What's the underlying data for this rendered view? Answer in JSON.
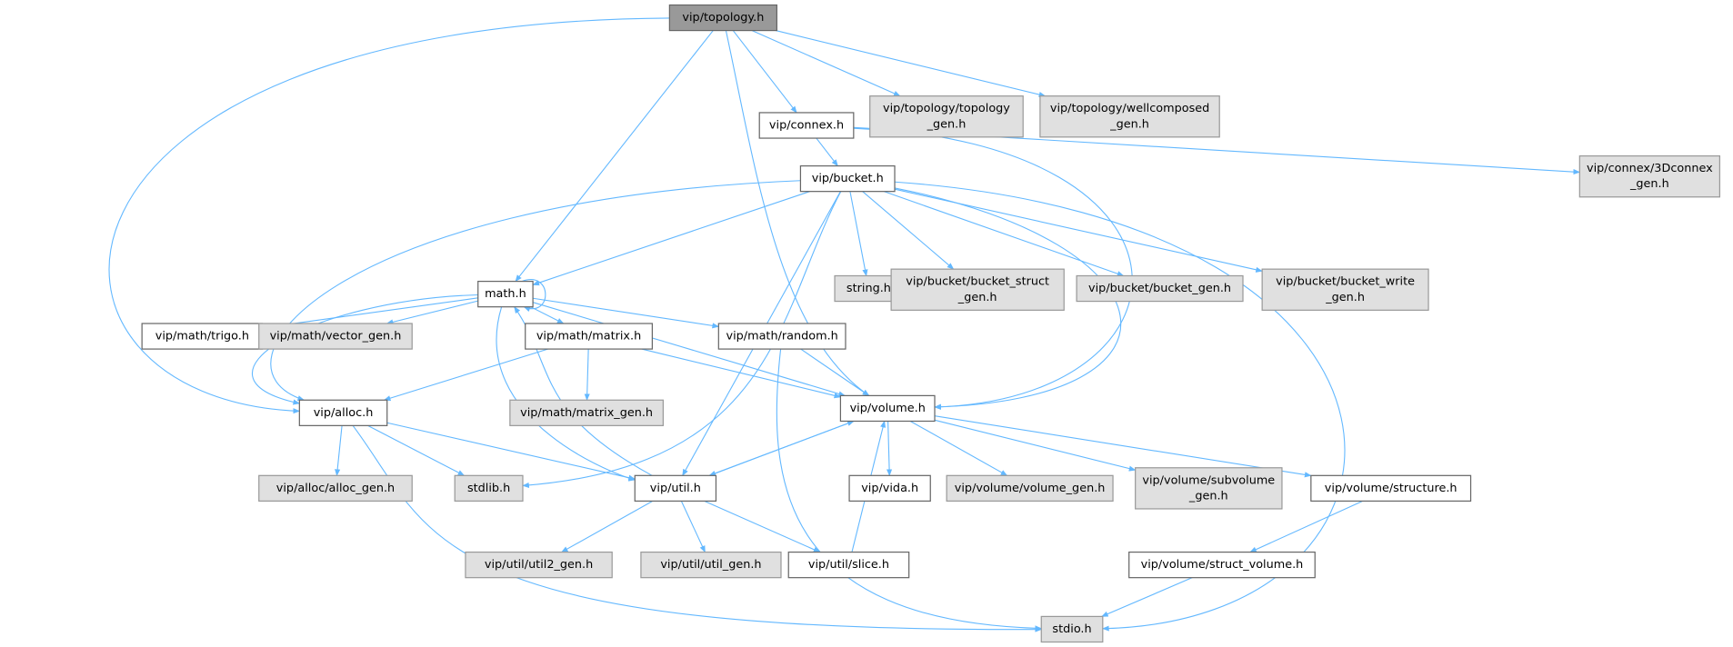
{
  "nodes": [
    {
      "id": "topology",
      "lines": [
        "vip/topology.h"
      ],
      "kind": "focus"
    },
    {
      "id": "connex",
      "lines": [
        "vip/connex.h"
      ],
      "kind": "int"
    },
    {
      "id": "topology_gen",
      "lines": [
        "vip/topology/topology",
        "_gen.h"
      ],
      "kind": "ext"
    },
    {
      "id": "wellcomposed",
      "lines": [
        "vip/topology/wellcomposed",
        "_gen.h"
      ],
      "kind": "ext"
    },
    {
      "id": "connex3d",
      "lines": [
        "vip/connex/3Dconnex",
        "_gen.h"
      ],
      "kind": "ext"
    },
    {
      "id": "bucket",
      "lines": [
        "vip/bucket.h"
      ],
      "kind": "int"
    },
    {
      "id": "math",
      "lines": [
        "math.h"
      ],
      "kind": "int"
    },
    {
      "id": "string",
      "lines": [
        "string.h"
      ],
      "kind": "ext"
    },
    {
      "id": "bucket_struct",
      "lines": [
        "vip/bucket/bucket_struct",
        "_gen.h"
      ],
      "kind": "ext"
    },
    {
      "id": "bucket_gen",
      "lines": [
        "vip/bucket/bucket_gen.h"
      ],
      "kind": "ext"
    },
    {
      "id": "bucket_write",
      "lines": [
        "vip/bucket/bucket_write",
        "_gen.h"
      ],
      "kind": "ext"
    },
    {
      "id": "trigo",
      "lines": [
        "vip/math/trigo.h"
      ],
      "kind": "int"
    },
    {
      "id": "vector_gen",
      "lines": [
        "vip/math/vector_gen.h"
      ],
      "kind": "ext"
    },
    {
      "id": "matrix",
      "lines": [
        "vip/math/matrix.h"
      ],
      "kind": "int"
    },
    {
      "id": "random",
      "lines": [
        "vip/math/random.h"
      ],
      "kind": "int"
    },
    {
      "id": "alloc",
      "lines": [
        "vip/alloc.h"
      ],
      "kind": "int"
    },
    {
      "id": "matrix_gen",
      "lines": [
        "vip/math/matrix_gen.h"
      ],
      "kind": "ext"
    },
    {
      "id": "volume",
      "lines": [
        "vip/volume.h"
      ],
      "kind": "int"
    },
    {
      "id": "alloc_gen",
      "lines": [
        "vip/alloc/alloc_gen.h"
      ],
      "kind": "ext"
    },
    {
      "id": "stdlib",
      "lines": [
        "stdlib.h"
      ],
      "kind": "ext"
    },
    {
      "id": "util",
      "lines": [
        "vip/util.h"
      ],
      "kind": "int"
    },
    {
      "id": "vida",
      "lines": [
        "vip/vida.h"
      ],
      "kind": "int"
    },
    {
      "id": "volume_gen",
      "lines": [
        "vip/volume/volume_gen.h"
      ],
      "kind": "ext"
    },
    {
      "id": "subvolume",
      "lines": [
        "vip/volume/subvolume",
        "_gen.h"
      ],
      "kind": "ext"
    },
    {
      "id": "structure",
      "lines": [
        "vip/volume/structure.h"
      ],
      "kind": "int"
    },
    {
      "id": "util2_gen",
      "lines": [
        "vip/util/util2_gen.h"
      ],
      "kind": "ext"
    },
    {
      "id": "util_gen",
      "lines": [
        "vip/util/util_gen.h"
      ],
      "kind": "ext"
    },
    {
      "id": "slice",
      "lines": [
        "vip/util/slice.h"
      ],
      "kind": "int"
    },
    {
      "id": "struct_volume",
      "lines": [
        "vip/volume/struct_volume.h"
      ],
      "kind": "int"
    },
    {
      "id": "stdio",
      "lines": [
        "stdio.h"
      ],
      "kind": "ext"
    }
  ],
  "edges": [
    [
      "topology",
      "alloc"
    ],
    [
      "topology",
      "math"
    ],
    [
      "topology",
      "volume"
    ],
    [
      "topology",
      "connex"
    ],
    [
      "topology",
      "topology_gen"
    ],
    [
      "topology",
      "wellcomposed"
    ],
    [
      "connex",
      "bucket"
    ],
    [
      "connex",
      "volume"
    ],
    [
      "connex",
      "connex3d"
    ],
    [
      "bucket",
      "alloc"
    ],
    [
      "bucket",
      "math"
    ],
    [
      "bucket",
      "util"
    ],
    [
      "bucket",
      "stdlib"
    ],
    [
      "bucket",
      "volume"
    ],
    [
      "bucket",
      "string"
    ],
    [
      "bucket",
      "bucket_struct"
    ],
    [
      "bucket",
      "bucket_gen"
    ],
    [
      "bucket",
      "bucket_write"
    ],
    [
      "bucket",
      "stdio"
    ],
    [
      "math",
      "math"
    ],
    [
      "math",
      "alloc"
    ],
    [
      "math",
      "trigo"
    ],
    [
      "math",
      "vector_gen"
    ],
    [
      "math",
      "matrix"
    ],
    [
      "math",
      "random"
    ],
    [
      "math",
      "util"
    ],
    [
      "math",
      "volume"
    ],
    [
      "matrix",
      "alloc"
    ],
    [
      "matrix",
      "matrix_gen"
    ],
    [
      "matrix",
      "volume"
    ],
    [
      "random",
      "volume"
    ],
    [
      "random",
      "stdio"
    ],
    [
      "alloc",
      "alloc_gen"
    ],
    [
      "alloc",
      "stdlib"
    ],
    [
      "alloc",
      "util"
    ],
    [
      "alloc",
      "stdio"
    ],
    [
      "volume",
      "util"
    ],
    [
      "volume",
      "vida"
    ],
    [
      "volume",
      "volume_gen"
    ],
    [
      "volume",
      "subvolume"
    ],
    [
      "volume",
      "structure"
    ],
    [
      "util",
      "volume"
    ],
    [
      "util",
      "math"
    ],
    [
      "util",
      "util2_gen"
    ],
    [
      "util",
      "util_gen"
    ],
    [
      "util",
      "slice"
    ],
    [
      "slice",
      "volume"
    ],
    [
      "structure",
      "struct_volume"
    ],
    [
      "struct_volume",
      "stdio"
    ]
  ],
  "colors": {
    "edge": "#63b8ff",
    "focus": "#999999",
    "external": "#e0e0e0",
    "internal": "#ffffff"
  }
}
